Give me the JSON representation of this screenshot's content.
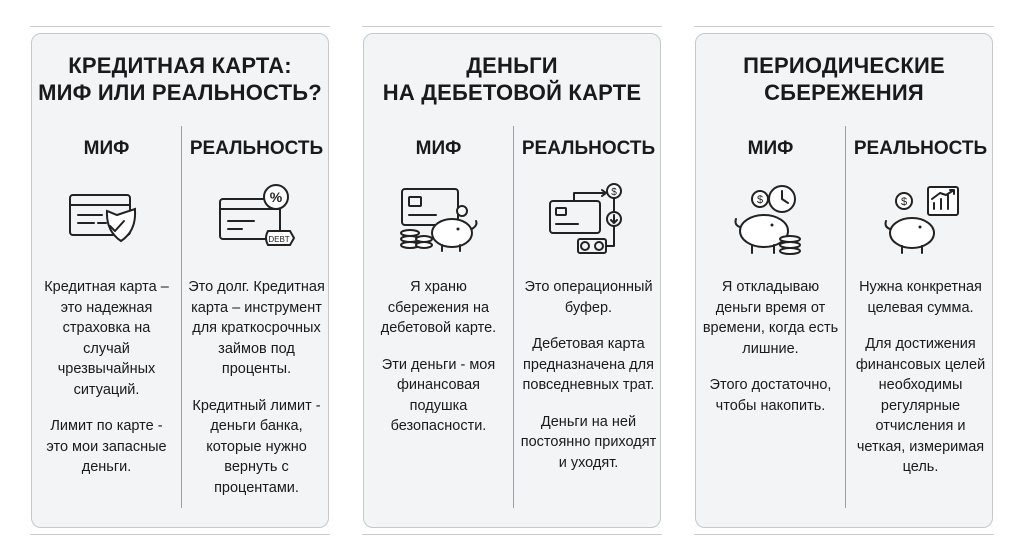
{
  "cards": [
    {
      "title_lines": [
        "КРЕДИТНАЯ КАРТА:",
        "МИФ ИЛИ РЕАЛЬНОСТЬ?"
      ],
      "myth": {
        "heading": "МИФ",
        "icon": "card-shield-icon",
        "paragraphs": [
          "Кредитная карта – это надежная страховка на случай чрезвычайных ситуаций.",
          "Лимит по карте - это мои запасные деньги."
        ]
      },
      "reality": {
        "heading": "РЕАЛЬНОСТЬ",
        "icon": "card-debt-icon",
        "icon_labels": {
          "percent": "%",
          "debt": "DEBT"
        },
        "paragraphs": [
          "Это долг. Кредитная карта – инструмент для краткосрочных займов под проценты.",
          "Кредитный лимит - деньги банка, которые нужно вернуть с процентами."
        ]
      }
    },
    {
      "title_lines": [
        "ДЕНЬГИ",
        "НА ДЕБЕТОВОЙ КАРТЕ"
      ],
      "myth": {
        "heading": "МИФ",
        "icon": "card-piggy-bank-icon",
        "paragraphs": [
          "Я храню сбережения на дебетовой карте.",
          "Эти деньги - моя финансовая подушка безопасности."
        ]
      },
      "reality": {
        "heading": "РЕАЛЬНОСТЬ",
        "icon": "card-money-flow-icon",
        "icon_labels": {
          "dollar": "$"
        },
        "paragraphs": [
          "Это операционный буфер.",
          "Дебетовая карта предназначена для повседневных трат.",
          "Деньги на ней постоянно приходят и уходят."
        ]
      }
    },
    {
      "title_lines": [
        "ПЕРИОДИЧЕСКИЕ",
        "СБЕРЕЖЕНИЯ"
      ],
      "myth": {
        "heading": "МИФ",
        "icon": "piggy-bank-clock-icon",
        "icon_labels": {
          "dollar": "$"
        },
        "paragraphs": [
          "Я откладываю деньги время от времени, когда есть лишние.",
          "Этого достаточно, чтобы накопить."
        ]
      },
      "reality": {
        "heading": "РЕАЛЬНОСТЬ",
        "icon": "piggy-bank-chart-icon",
        "icon_labels": {
          "dollar": "$"
        },
        "paragraphs": [
          "Нужна конкретная целевая сумма.",
          "Для достижения финансовых целей необходимы регулярные отчисления и четкая, измеримая цель."
        ]
      }
    }
  ],
  "colors": {
    "card_bg": "#f3f4f6",
    "card_border": "#c5c8cd",
    "divider": "#9aa0a6",
    "text": "#1a1a1a"
  }
}
